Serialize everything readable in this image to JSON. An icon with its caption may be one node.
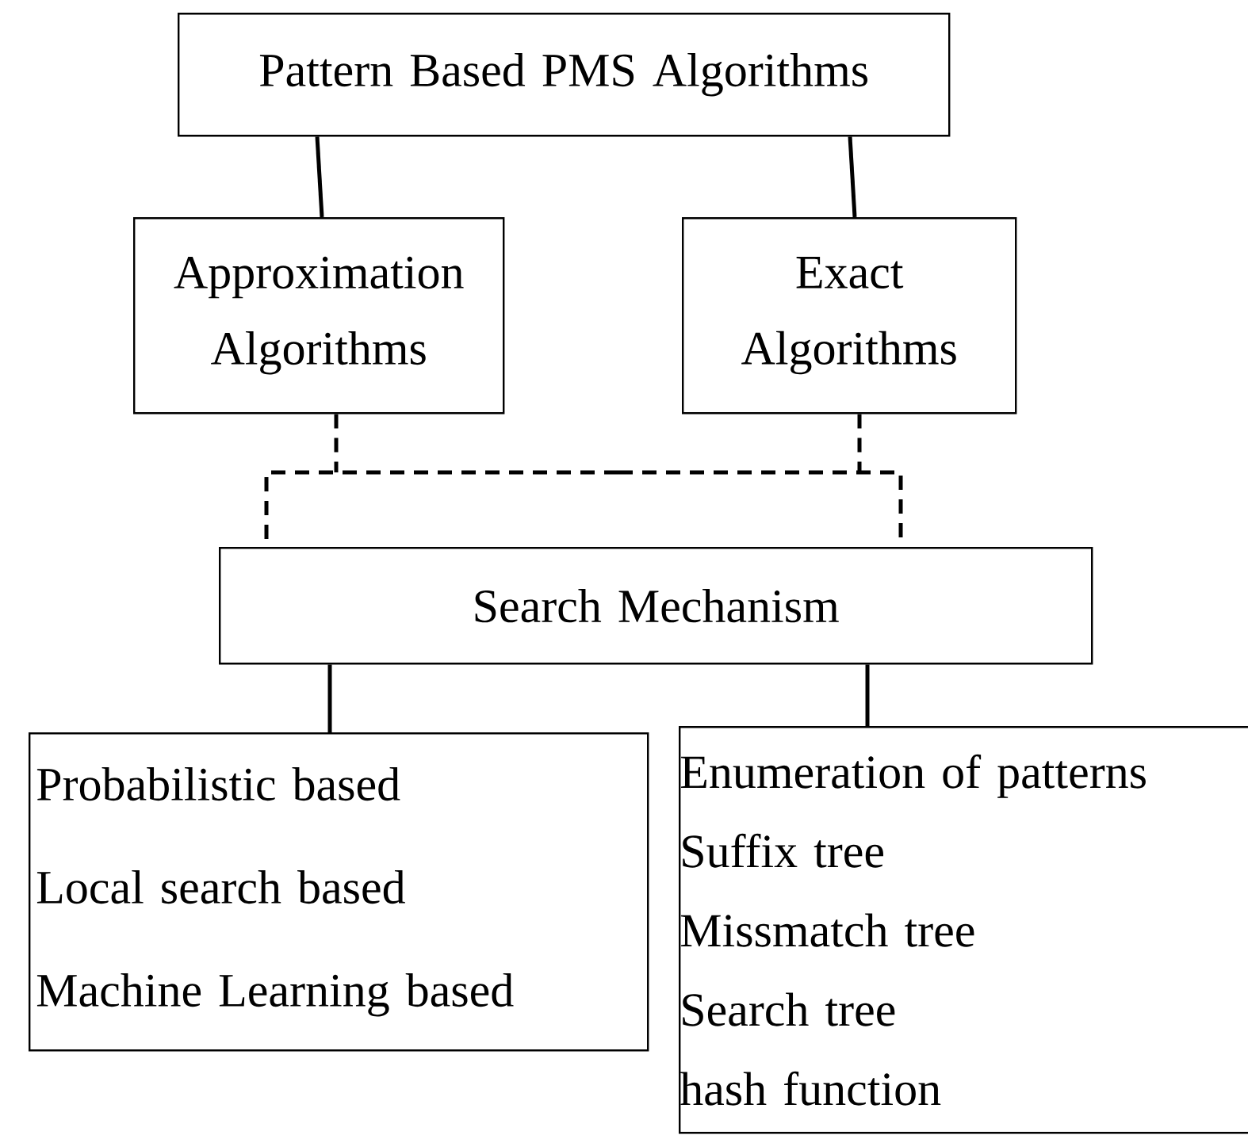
{
  "diagram": {
    "nodes": [
      {
        "text": [
          "Pattern Based PMS Algorithms"
        ]
      },
      {
        "text": [
          "Approximation Algorithms"
        ]
      },
      {
        "text": [
          "Exact Algorithms"
        ]
      },
      {
        "text": [
          "Search Mechanism"
        ]
      },
      {
        "text": [
          "Probabilistic based",
          "Local search based",
          "Machine Learning based"
        ]
      },
      {
        "text": [
          "Enumeration of patterns",
          "Suffix tree",
          "Missmatch tree",
          "Search tree",
          "hash function"
        ]
      }
    ],
    "edges": [
      {
        "from": 0,
        "to": 1,
        "arrow": "none"
      },
      {
        "from": 0,
        "to": 2,
        "arrow": "none"
      },
      {
        "from": 1,
        "to": 3,
        "arrow": "none",
        "style": "dashed"
      },
      {
        "from": 2,
        "to": 3,
        "arrow": "none",
        "style": "dashed"
      },
      {
        "from": 3,
        "to": 4,
        "arrow": "none"
      },
      {
        "from": 3,
        "to": 5,
        "arrow": "none"
      }
    ]
  }
}
